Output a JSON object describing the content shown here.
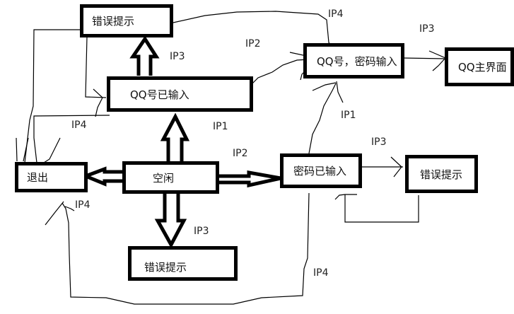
{
  "diagram": {
    "type": "state-transition",
    "states": {
      "idle": "空闲",
      "qq_entered": "QQ号已输入",
      "pwd_entered": "密码已输入",
      "both_entered": "QQ号，密码输入",
      "main": "QQ主界面",
      "exit": "退出",
      "error_top": "错误提示",
      "error_bottom": "错误提示",
      "error_right": "错误提示"
    },
    "transitions": [
      {
        "from": "空闲",
        "to": "QQ号已输入",
        "label": "IP1"
      },
      {
        "from": "空闲",
        "to": "密码已输入",
        "label": "IP2"
      },
      {
        "from": "空闲",
        "to": "错误提示",
        "label": "IP3"
      },
      {
        "from": "空闲",
        "to": "退出",
        "label": ""
      },
      {
        "from": "QQ号已输入",
        "to": "错误提示",
        "label": "IP3"
      },
      {
        "from": "QQ号已输入",
        "to": "QQ号，密码输入",
        "label": "IP2"
      },
      {
        "from": "QQ号已输入",
        "to": "退出",
        "label": "IP4"
      },
      {
        "from": "密码已输入",
        "to": "QQ号，密码输入",
        "label": "IP1"
      },
      {
        "from": "密码已输入",
        "to": "错误提示",
        "label": "IP3"
      },
      {
        "from": "密码已输入",
        "to": "退出",
        "label": "IP4"
      },
      {
        "from": "QQ号，密码输入",
        "to": "QQ主界面",
        "label": "IP3"
      },
      {
        "from": "QQ号，密码输入",
        "to": "退出",
        "label": "IP4"
      },
      {
        "from": "错误提示",
        "to": "QQ号已输入",
        "label": ""
      },
      {
        "from": "错误提示",
        "to": "密码已输入",
        "label": ""
      }
    ],
    "labels": {
      "ip3_top": "IP3",
      "ip2_top": "IP2",
      "ip4_top": "IP4",
      "ip3_right_top": "IP3",
      "ip4_left": "IP4",
      "ip1_center": "IP1",
      "ip2_center": "IP2",
      "ip1_right": "IP1",
      "ip3_right_mid": "IP3",
      "ip4_bottom_left": "IP4",
      "ip3_bottom": "IP3",
      "ip4_bottom_right": "IP4"
    }
  }
}
